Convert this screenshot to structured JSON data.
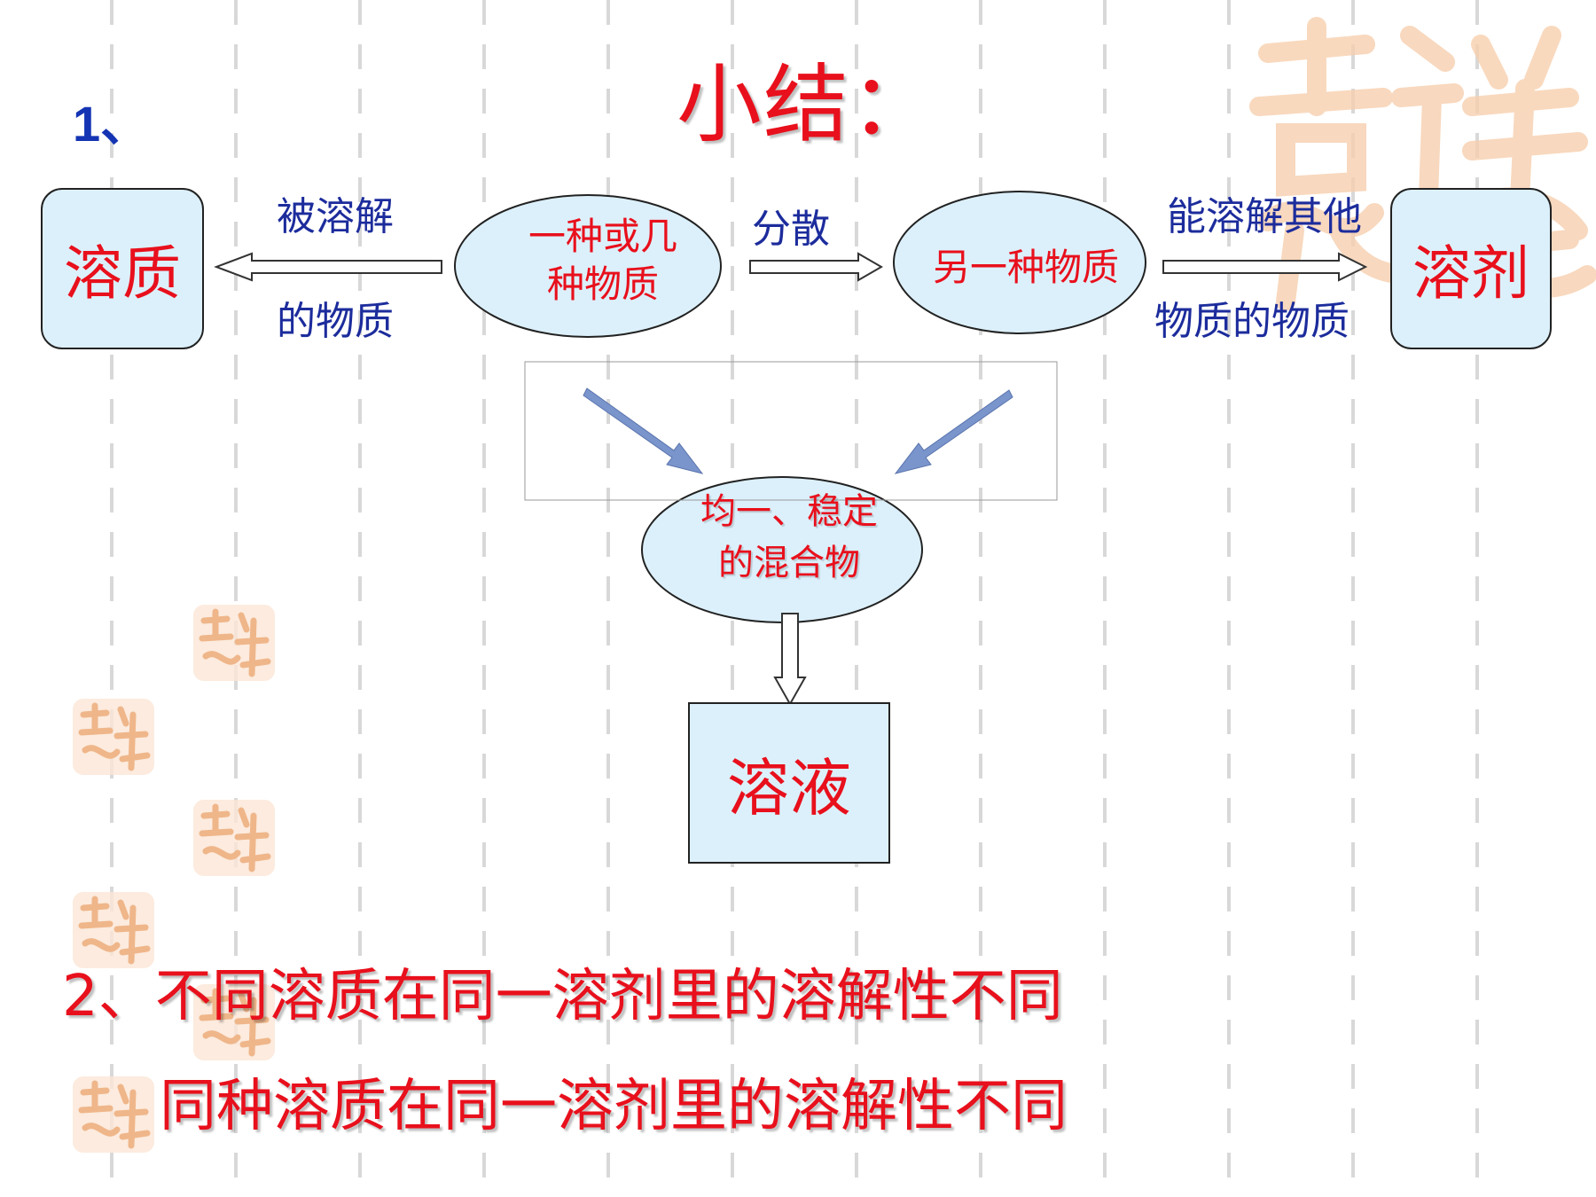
{
  "slide": {
    "title": "小结：",
    "section1_number": "1、",
    "solute_box": "溶质",
    "solvent_box": "溶剂",
    "solution_box": "溶液",
    "ellipse_substances": [
      "一种或几",
      "种物质"
    ],
    "ellipse_other": "另一种物质",
    "ellipse_mixture": [
      "均一、稳定",
      "的混合物"
    ],
    "label_dissolved_top": "被溶解",
    "label_dissolved_bottom": "的物质",
    "label_disperse": "分散",
    "label_dissolve_others_top": "能溶解其他",
    "label_dissolve_others_bottom": "物质的物质",
    "conclusion_1": "2、不同溶质在同一溶剂里的溶解性不同",
    "conclusion_2": "同种溶质在同一溶剂里的溶解性不同"
  },
  "colors": {
    "red_text": "#e8101c",
    "blue_text": "#1c2c9c",
    "number_blue": "#1434b4",
    "shape_fill": "#dcf0fb",
    "arrow_blue": "#7a94cc",
    "grid_gray": "#d6d6d6",
    "watermark_orange": "#f6c9a3"
  },
  "watermark": {
    "text": "吉祥如意"
  }
}
